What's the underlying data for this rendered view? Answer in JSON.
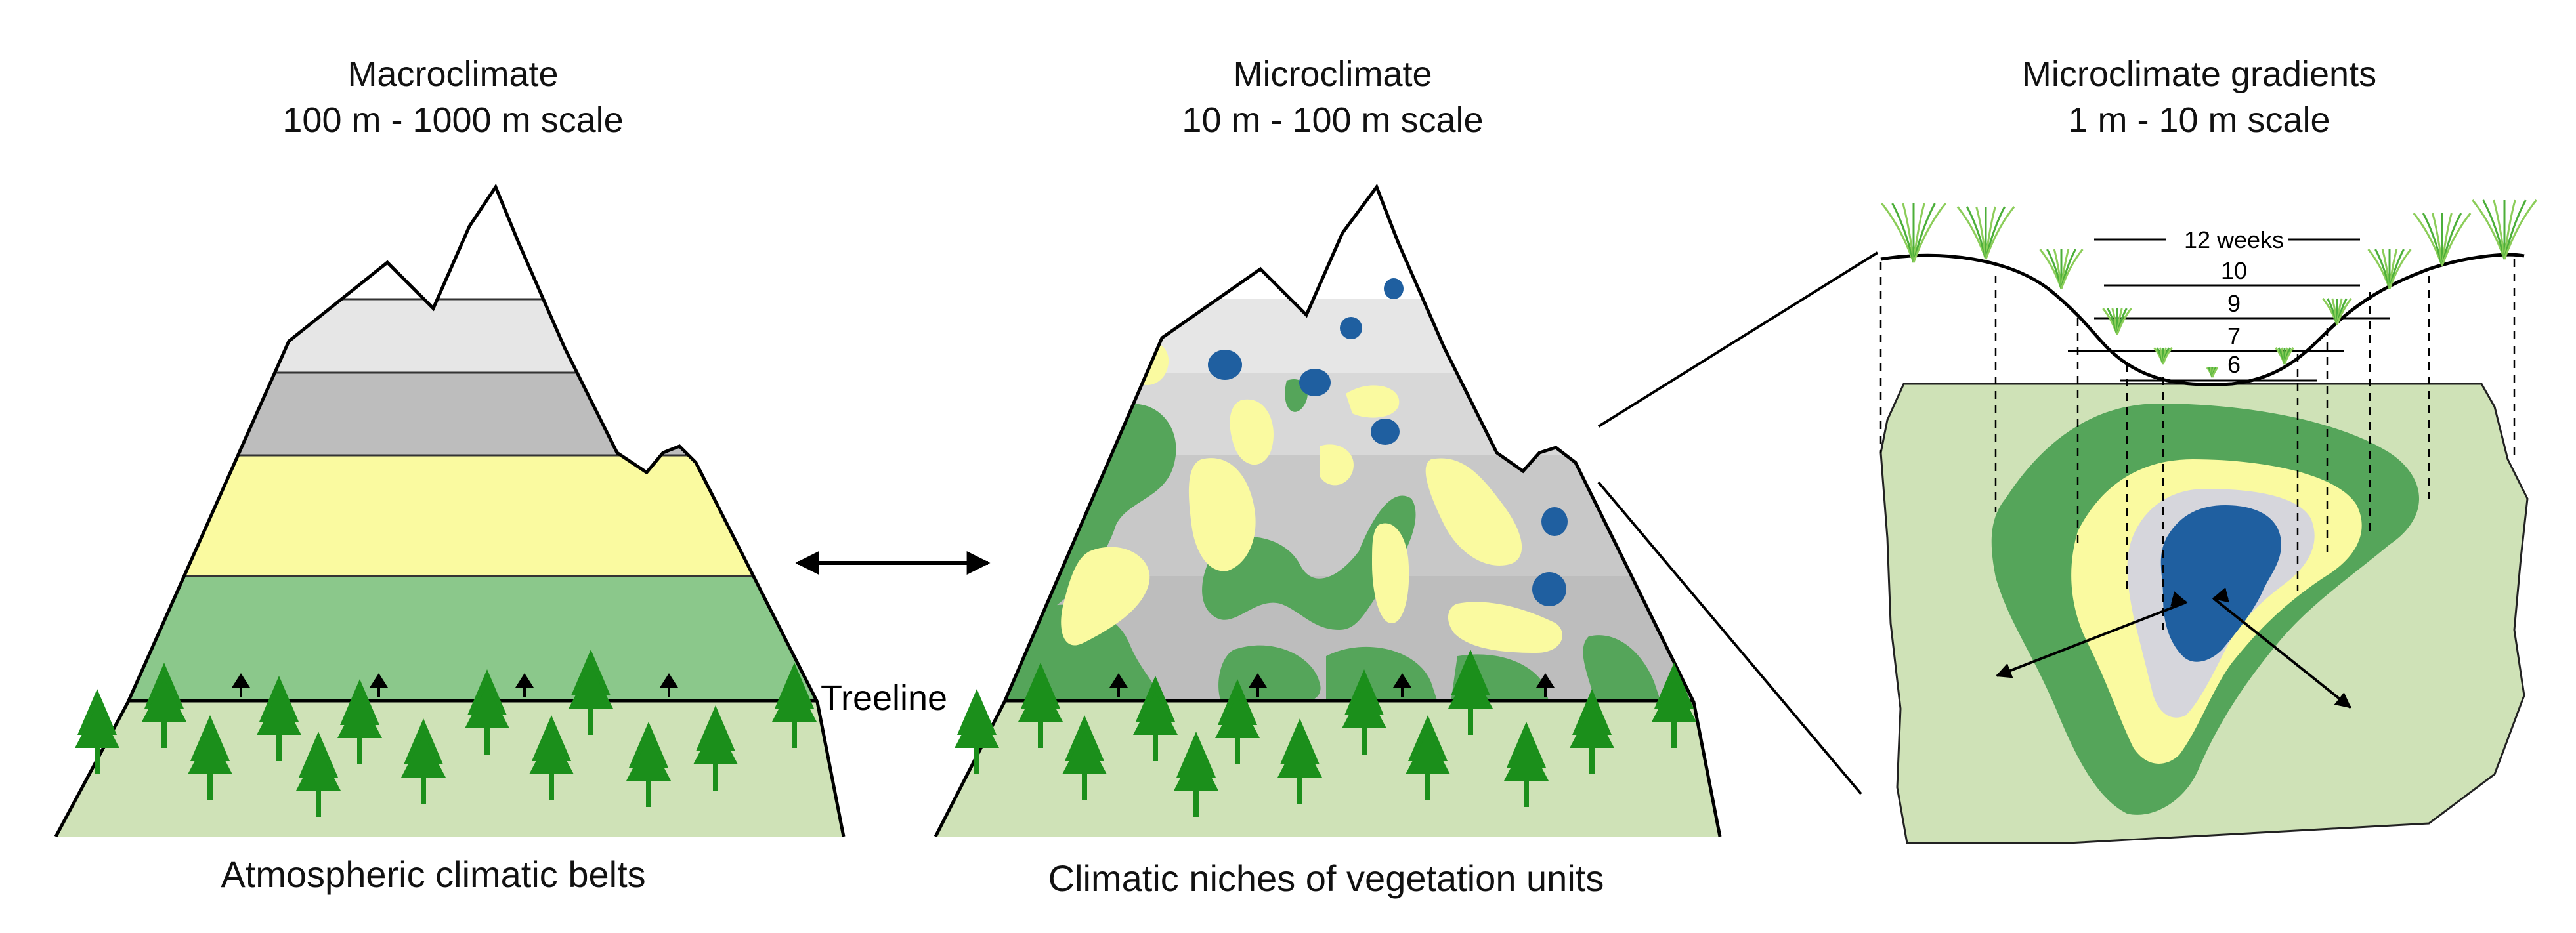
{
  "panels": [
    {
      "title_line1": "Macroclimate",
      "title_line2": "100 m - 1000 m scale",
      "caption": "Atmospheric climatic belts"
    },
    {
      "title_line1": "Microclimate",
      "title_line2": "10 m - 100 m scale",
      "caption": "Climatic niches of vegetation units"
    },
    {
      "title_line1": "Microclimate gradients",
      "title_line2": "1 m - 10 m scale",
      "caption": ""
    }
  ],
  "treeline_label": "Treeline",
  "snow_duration": {
    "label_12": "12 weeks",
    "label_10": "10",
    "label_9": "9",
    "label_7": "7",
    "label_6": "6"
  },
  "colors": {
    "snow": "#ffffff",
    "light_gray": "#e6e6e6",
    "mid_gray": "#bdbdbd",
    "yellow": "#fafaa0",
    "green_belt": "#8bc88b",
    "dark_green": "#55a55a",
    "pale_green": "#cfe2b7",
    "tree_green": "#1b8f1b",
    "water_blue": "#1f5fa0"
  }
}
